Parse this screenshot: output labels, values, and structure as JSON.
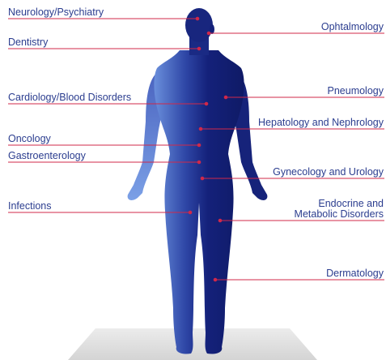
{
  "colors": {
    "label_text": "#2b3d8f",
    "leader_line": "#d0284a",
    "body_dark": "#121f6e",
    "body_light": "#5a7fd0",
    "floor": "#d9d9d9"
  },
  "left_labels": [
    {
      "id": "neurology",
      "text": "Neurology/Psychiatry"
    },
    {
      "id": "dentistry",
      "text": "Dentistry"
    },
    {
      "id": "cardiology",
      "text": "Cardiology/Blood Disorders"
    },
    {
      "id": "oncology",
      "text": "Oncology"
    },
    {
      "id": "gastro",
      "text": "Gastroenterology"
    },
    {
      "id": "infections",
      "text": "Infections"
    }
  ],
  "right_labels": [
    {
      "id": "ophtalmology",
      "text": "Ophtalmology"
    },
    {
      "id": "pneumology",
      "text": "Pneumology"
    },
    {
      "id": "hepatology",
      "text": "Hepatology and Nephrology"
    },
    {
      "id": "gynecology",
      "text": "Gynecology and Urology"
    },
    {
      "id": "endocrine_1",
      "text": "Endocrine and"
    },
    {
      "id": "endocrine_2",
      "text": "Metabolic Disorders"
    },
    {
      "id": "dermatology",
      "text": "Dermatology"
    }
  ]
}
